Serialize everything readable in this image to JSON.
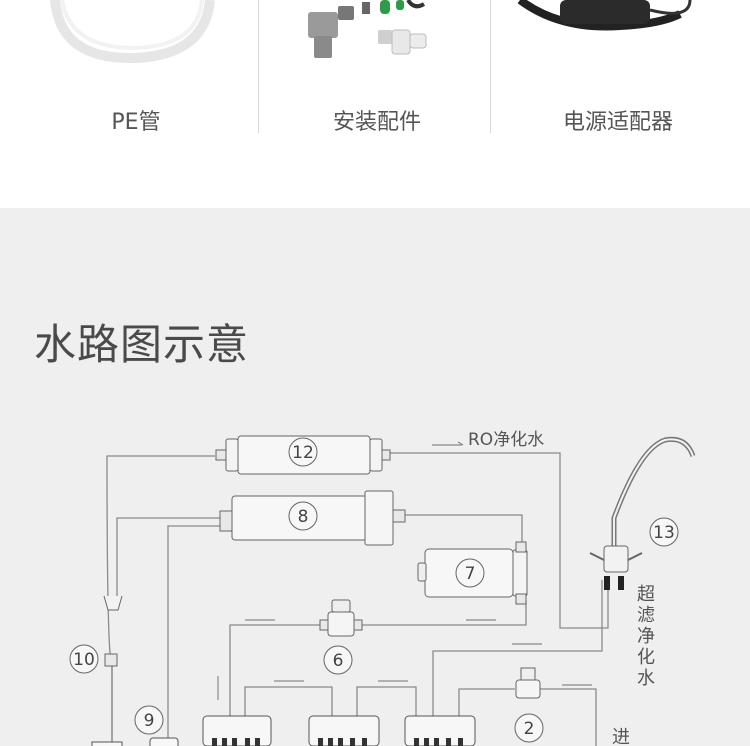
{
  "accessories": [
    {
      "label": "PE管",
      "icon": "pe-tube-coil"
    },
    {
      "label": "安装配件",
      "icon": "fittings-kit"
    },
    {
      "label": "电源适配器",
      "icon": "power-adapter"
    }
  ],
  "section": {
    "title": "水路图示意"
  },
  "diagram": {
    "ro_label": "RO净化水",
    "faucet_label": [
      "超",
      "滤",
      "净",
      "化",
      "水"
    ],
    "inlet_label": "进",
    "components": [
      "12",
      "8",
      "7",
      "13",
      "6",
      "10",
      "9",
      "2"
    ]
  }
}
